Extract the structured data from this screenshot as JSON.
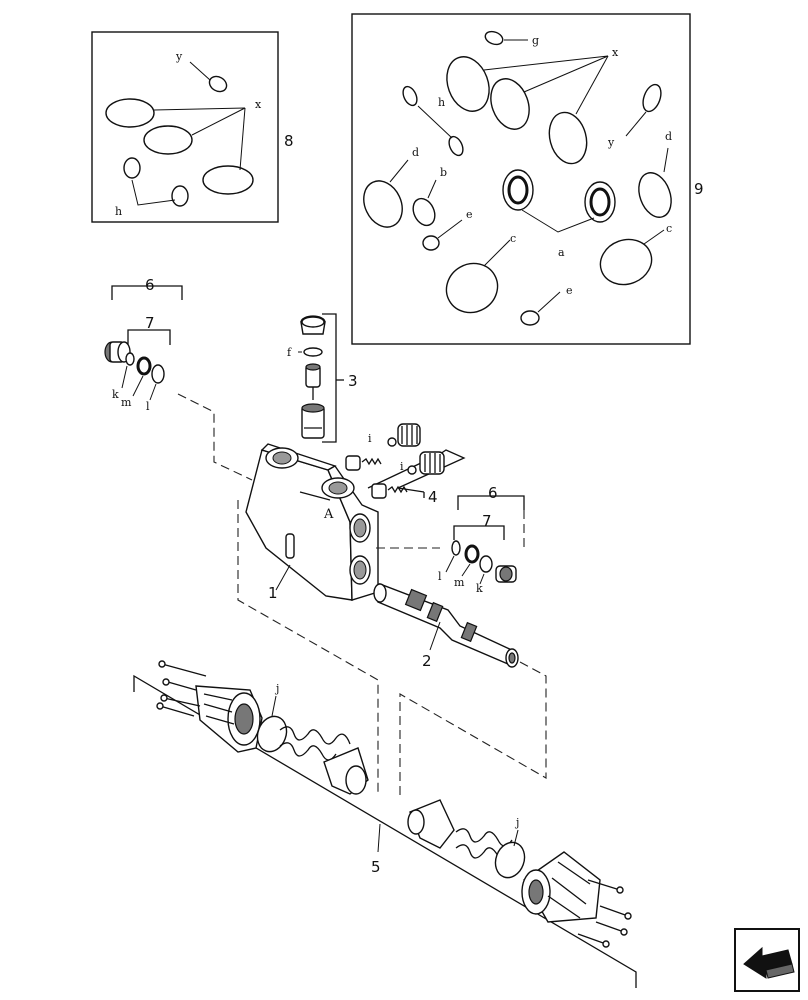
{
  "callouts": {
    "main_body": "1",
    "spool": "2",
    "relief_valve": "3",
    "check_valve_kit": "4",
    "spring_group": "5",
    "port_plug_left": "6",
    "port_seal_left": "7",
    "port_plug_right": "6",
    "port_seal_right": "7",
    "seal_kit_small": "8",
    "seal_kit_large": "9"
  },
  "letters": {
    "box8_y": "y",
    "box8_x": "x",
    "box8_h": "h",
    "box9_g": "g",
    "box9_x": "x",
    "box9_h": "h",
    "box9_y": "y",
    "box9_d_left": "d",
    "box9_d_right": "d",
    "box9_b": "b",
    "box9_e_top": "e",
    "box9_c_left": "c",
    "box9_a": "a",
    "box9_c_right": "c",
    "box9_e_bottom": "e",
    "relief_f": "f",
    "check_i_top": "i",
    "check_i_bottom": "i",
    "left_k": "k",
    "left_m": "m",
    "left_l": "l",
    "right_l": "l",
    "right_m": "m",
    "right_k": "k",
    "spring_left_j": "j",
    "spring_right_j": "j",
    "body_port_a": "A"
  },
  "navigation": {
    "back_icon": "arrow-back-icon"
  }
}
